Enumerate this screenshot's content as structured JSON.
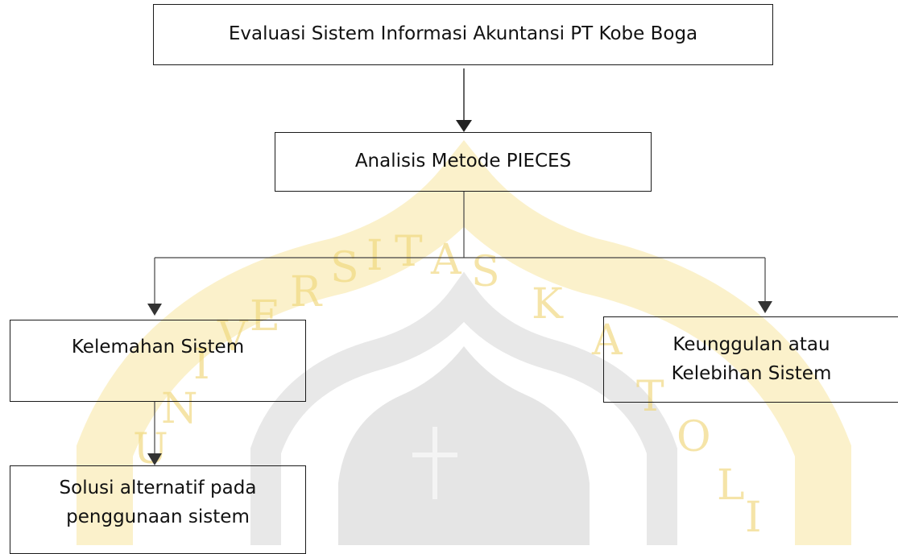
{
  "diagram": {
    "title_box": "Evaluasi Sistem Informasi Akuntansi PT Kobe Boga",
    "method_box": "Analisis Metode PIECES",
    "weakness_box": "Kelemahan Sistem",
    "strength_box": "Keunggulan atau\nKelebihan Sistem",
    "solution_box": "Solusi alternatif pada\npenggunaan sistem"
  },
  "watermark": {
    "text": "UNIVERSITAS KATOLIK",
    "color": "#f3d35a",
    "gray": "#d9d9d9"
  }
}
